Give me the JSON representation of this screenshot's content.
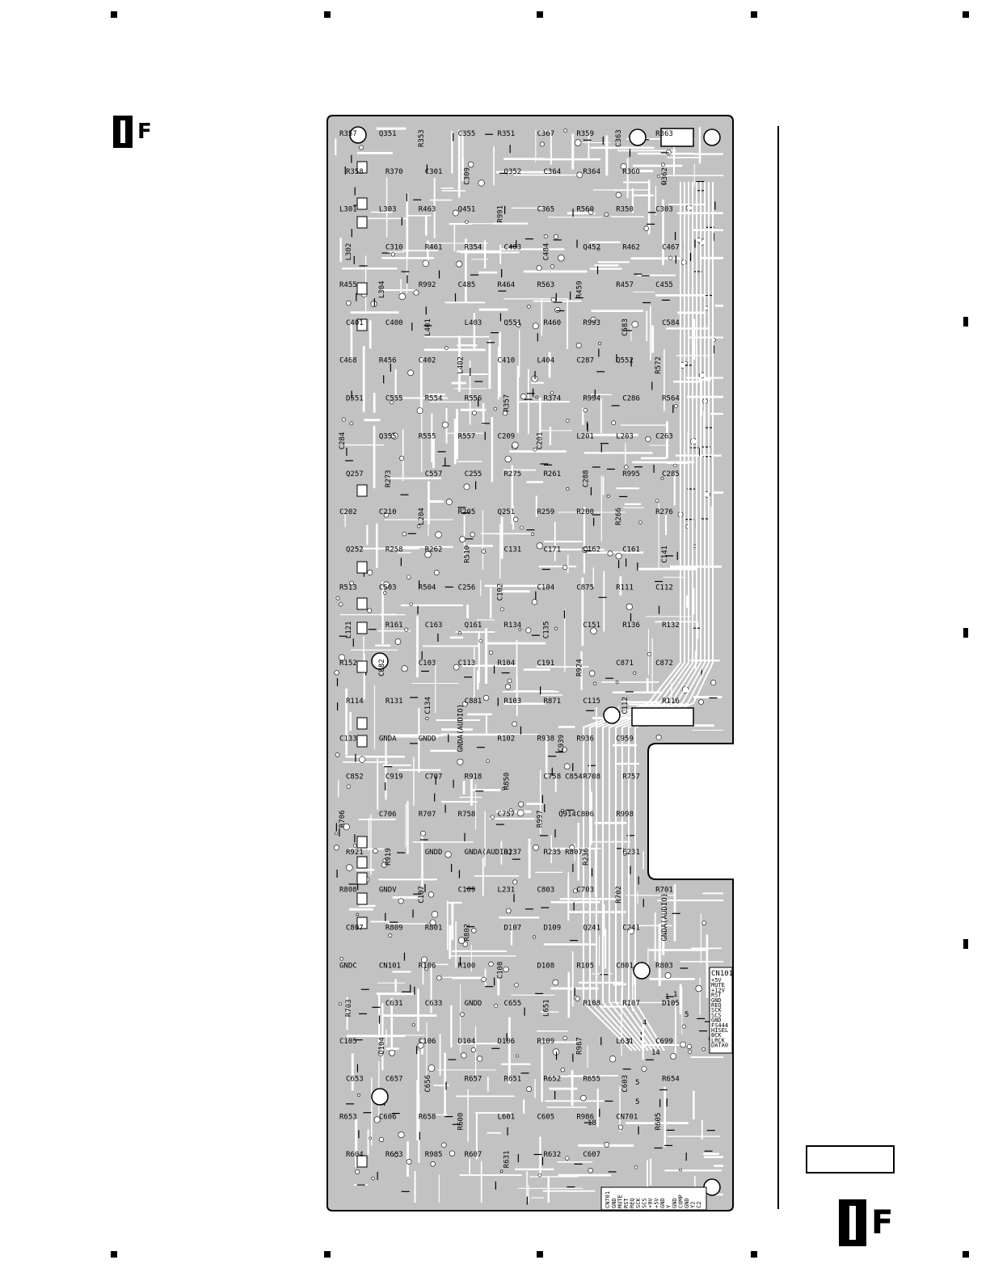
{
  "sheet": {
    "section_letter": "F",
    "board_labels": [
      "R357",
      "Q351",
      "R353",
      "C355",
      "R351",
      "C367",
      "R359",
      "C363",
      "R363",
      "R358",
      "R370",
      "C301",
      "C309",
      "Q352",
      "C364",
      "R364",
      "R360",
      "R362",
      "L301",
      "L303",
      "R463",
      "Q451",
      "R991",
      "C365",
      "R560",
      "R350",
      "C303",
      "L302",
      "C310",
      "R461",
      "R354",
      "C483",
      "C484",
      "Q452",
      "R462",
      "C467",
      "R455",
      "L304",
      "R992",
      "C485",
      "R464",
      "R563",
      "R459",
      "R457",
      "C455",
      "C401",
      "C400",
      "L401",
      "L403",
      "Q551",
      "R460",
      "R993",
      "C583",
      "C584",
      "C468",
      "R456",
      "C402",
      "L402",
      "C410",
      "L404",
      "C287",
      "Q552",
      "R572",
      "D551",
      "C555",
      "R554",
      "R556",
      "R357",
      "R374",
      "R994",
      "C286",
      "R564",
      "C284",
      "Q355",
      "R555",
      "R557",
      "C209",
      "C201",
      "L201",
      "L203",
      "C263",
      "Q257",
      "R273",
      "C557",
      "C255",
      "R275",
      "R261",
      "C288",
      "R995",
      "C285",
      "C202",
      "C210",
      "L204",
      "R205",
      "Q251",
      "R259",
      "R200",
      "R266",
      "R276",
      "Q252",
      "R258",
      "R262",
      "R510",
      "C131",
      "C171",
      "C162",
      "C161",
      "C141",
      "R513",
      "C503",
      "R504",
      "C256",
      "C102",
      "C104",
      "C875",
      "R111",
      "C112",
      "L121",
      "R161",
      "C163",
      "Q161",
      "R134",
      "C135",
      "C151",
      "R136",
      "R132",
      "R152",
      "C882",
      "C103",
      "C113",
      "R104",
      "C191",
      "R924",
      "C871",
      "C872",
      "R114",
      "R131",
      "C134",
      "C881",
      "R103",
      "R871",
      "C115",
      "C112",
      "R116",
      "C133",
      "GNDA",
      "GNDD",
      "GNDA(AUDIO)",
      "R102",
      "R938",
      "R936",
      "C959",
      "C939",
      "C852",
      "C919",
      "C707",
      "R918",
      "R850",
      "C758",
      "R708",
      "R757",
      "C854",
      "R706",
      "C706",
      "R707",
      "R758",
      "C757",
      "R997",
      "C806",
      "R998",
      "Q914",
      "R921",
      "R919",
      "GNDD",
      "GNDA(AUDIO)",
      "R237",
      "R235",
      "R236",
      "C231",
      "R807",
      "R808",
      "GNDV",
      "C107",
      "C109",
      "L231",
      "C803",
      "C703",
      "R702",
      "R701",
      "C807",
      "R809",
      "R801",
      "R802",
      "D107",
      "D109",
      "Q241",
      "C241",
      "GNDA(AUDIO)",
      "GNDC",
      "CN101",
      "R106",
      "R100",
      "C108",
      "D108",
      "R105",
      "C801",
      "R803",
      "R703",
      "C631",
      "C633",
      "GNDD",
      "C655",
      "L651",
      "R108",
      "R107",
      "D105",
      "C105",
      "C104",
      "C106",
      "D104",
      "D106",
      "R109",
      "R987",
      "L631",
      "C699",
      "C653",
      "C657",
      "C656",
      "R657",
      "R651",
      "R652",
      "R655",
      "C603",
      "R654",
      "R653",
      "C606",
      "R658",
      "R600",
      "L601",
      "C605",
      "R986",
      "CN701",
      "R605",
      "R604",
      "R603",
      "R985",
      "R607",
      "R631",
      "R632",
      "C607"
    ],
    "cn101_pins": [
      "+5V",
      "MUTE",
      "+12V",
      "RST",
      "GND",
      "REQ",
      "SCK",
      "SCS",
      "GND",
      "FS444",
      "HISEL",
      "BCK",
      "LRCK",
      "DATA0"
    ],
    "cn701_pins": [
      "GND",
      "MUTE",
      "RST",
      "REQ",
      "SCK",
      "SCS",
      "+9V",
      "+5V",
      "GND",
      "Y",
      "GND",
      "COMP",
      "GND",
      "Y2",
      "C2"
    ],
    "grid_numbers": [
      "1",
      "4",
      "5",
      "7",
      "14",
      "5",
      "1",
      "18",
      "5"
    ]
  }
}
